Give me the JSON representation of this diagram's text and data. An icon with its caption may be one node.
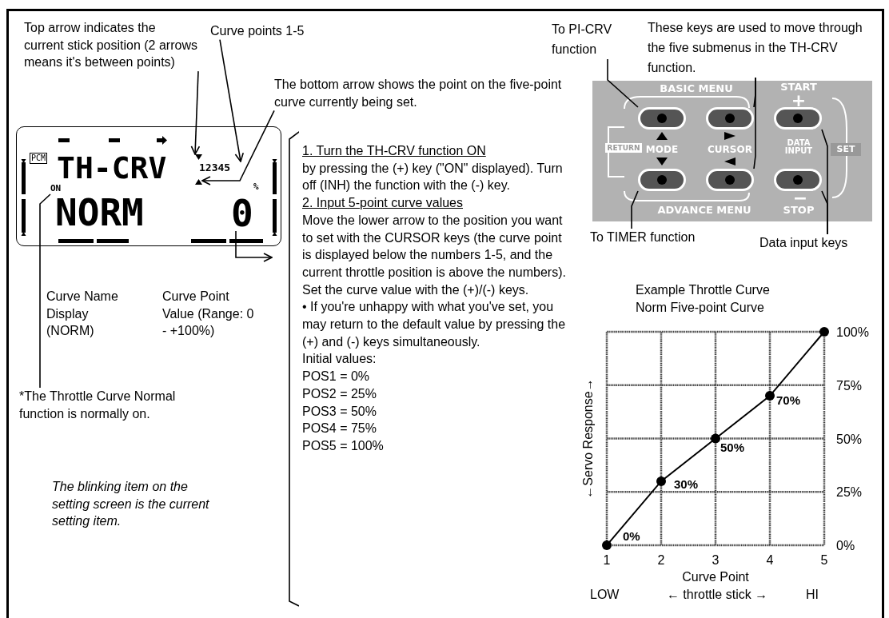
{
  "diagram": {
    "nodes": [
      {
        "text": [
          "PCM",
          "TH-CRV",
          "NORM",
          "%"
        ]
      },
      {
        "text": [
          "12345"
        ],
        "in": 0
      },
      {
        "text": [
          "ON"
        ],
        "in": 0
      },
      {
        "text": [
          "0"
        ],
        "in": 0
      },
      {
        "text": [
          "Top arrow indicates the current stick position (2 arrows means it's between points)"
        ]
      },
      {
        "text": [
          "Curve points 1-5"
        ]
      },
      {
        "text": [
          "The bottom arrow shows the point on the five-point curve currently being set."
        ]
      },
      {
        "text": [
          "*The Throttle Curve Normal function is normally on."
        ]
      },
      {
        "text": [
          "1. Turn the TH-CRV function ON",
          "by pressing the (+) key (\"ON\" displayed). Turn off (INH) the function with the (-) key.",
          "2. Input 5-point curve values",
          "Move the lower arrow to the position you want to set with the CURSOR keys (the curve point is displayed below the numbers 1-5, and the current throttle position is above the numbers). Set the curve value with the (+)/(-) keys.",
          "• If you're unhappy with what you've set, you may return to the default value by pressing the (+) and (-) keys simultaneously.",
          "Initial values:",
          "POS1 = 0%",
          "POS2 = 25%",
          "POS3 = 50%",
          "POS4 = 75%",
          "POS5 = 100%"
        ]
      },
      {
        "text": [
          "BASIC MENU",
          "START",
          "+",
          "RETURN",
          "MODE",
          "CURSOR",
          "DATA INPUT",
          "SET",
          "−",
          "ADVANCE MENU",
          "STOP"
        ]
      },
      {
        "text": [],
        "shape": "oval",
        "in": 9
      },
      {
        "text": [],
        "shape": "oval",
        "in": 9
      },
      {
        "text": [],
        "shape": "oval",
        "in": 9
      },
      {
        "text": [],
        "shape": "oval",
        "in": 9
      },
      {
        "text": [],
        "shape": "oval",
        "in": 9
      },
      {
        "text": [],
        "shape": "oval",
        "in": 9
      },
      {
        "text": [
          "To PI-CRV function"
        ]
      },
      {
        "text": [
          "These keys are used to move through the five submenus in the TH-CRV function."
        ]
      },
      {
        "text": [
          "To TIMER function"
        ]
      },
      {
        "text": [
          "Data input keys"
        ]
      },
      {
        "text": [],
        "shape": "triangle",
        "in": 0
      },
      {
        "text": [],
        "shape": "triangle",
        "in": 0
      }
    ],
    "edges": [
      {
        "from": 4,
        "to": 20,
        "arrow": "to"
      },
      {
        "from": 5,
        "to": 1,
        "arrow": "to"
      },
      {
        "from": 6,
        "to": 21,
        "arrow": "to"
      },
      {
        "from": 7,
        "to": 2,
        "arrow": "none"
      },
      {
        "from": 3,
        "to": 8,
        "arrow": "to"
      },
      {
        "from": 16,
        "to": 10,
        "arrow": "none"
      },
      {
        "from": 17,
        "to": 11,
        "arrow": "none"
      },
      {
        "from": 17,
        "to": 14,
        "arrow": "none"
      },
      {
        "from": 18,
        "to": 13,
        "arrow": "none"
      },
      {
        "from": 19,
        "to": 12,
        "arrow": "none"
      },
      {
        "from": 19,
        "to": 15,
        "arrow": "none"
      }
    ],
    "labels": [
      "Curve Name Display (NORM)",
      "Curve Point Value (Range: 0 - +100%)",
      "The blinking item on the setting screen is the current setting item.",
      "LOW",
      "← throttle stick →",
      "HI"
    ],
    "chart_data": {
      "type": "line",
      "title": "Example Throttle Curve Norm Five-point Curve",
      "xlabel": "Curve Point",
      "ylabel": "←Servo Response→",
      "x": [
        1,
        2,
        3,
        4,
        5
      ],
      "series": [
        {
          "color": "#000000",
          "marker": "circle",
          "values": [
            0,
            30,
            50,
            70,
            100
          ]
        }
      ],
      "xlim": [
        1,
        5
      ],
      "ylim": [
        0,
        100
      ],
      "grid": true,
      "xticks": [
        1,
        2,
        3,
        4,
        5
      ],
      "yticks": [
        {
          "value": 0,
          "label": "0%"
        },
        {
          "value": 25,
          "label": "25%"
        },
        {
          "value": 50,
          "label": "50%"
        },
        {
          "value": 75,
          "label": "75%"
        },
        {
          "value": 100,
          "label": "100%"
        }
      ],
      "value_labels": [
        "0%",
        "30%",
        "50%",
        "70%",
        null
      ]
    }
  }
}
